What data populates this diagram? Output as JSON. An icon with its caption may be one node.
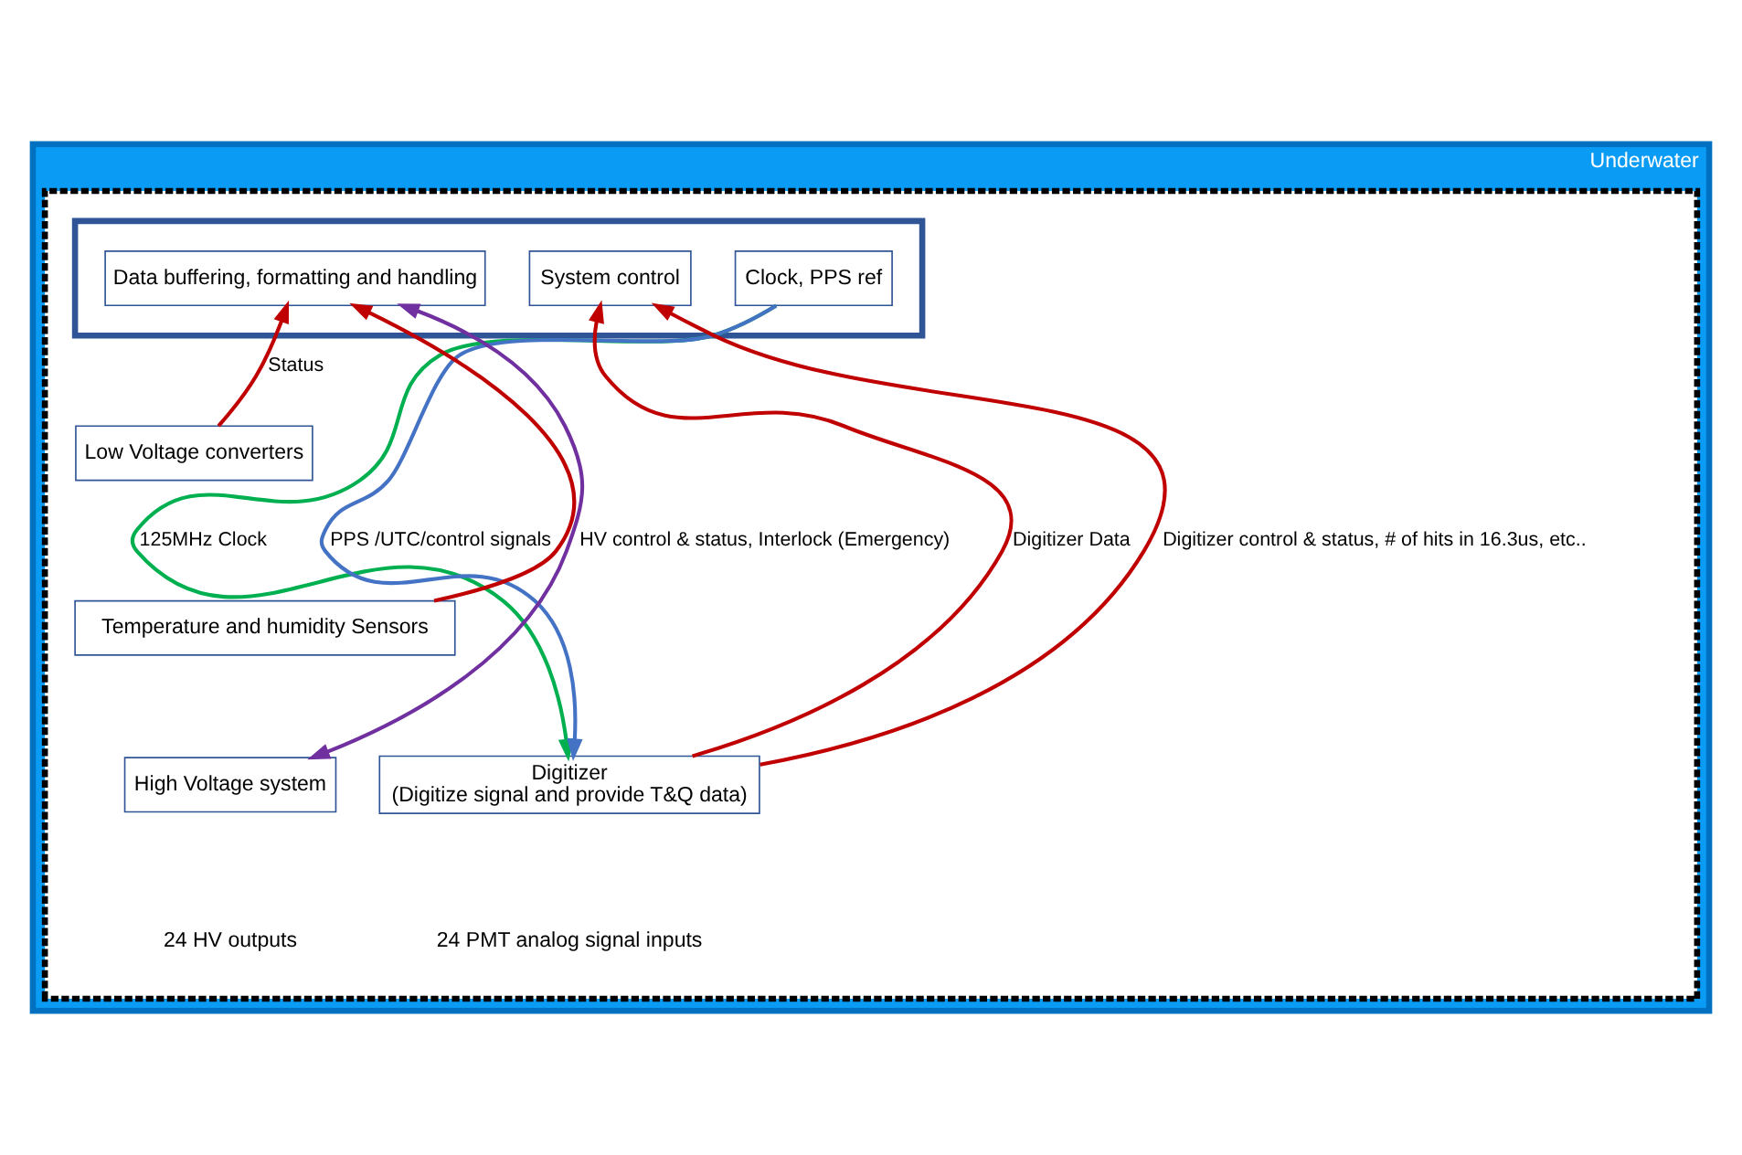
{
  "diagram": {
    "nodes": [
      {
        "text": [
          "Underwater"
        ]
      },
      {
        "text": [],
        "shape": "box",
        "in": 0
      },
      {
        "text": [],
        "shape": "box",
        "in": 1
      },
      {
        "text": [
          "Data buffering, formatting and handling"
        ],
        "in": 2
      },
      {
        "text": [
          "System control"
        ],
        "in": 2
      },
      {
        "text": [
          "Clock, PPS ref"
        ],
        "in": 2
      },
      {
        "text": [
          "Low Voltage converters"
        ],
        "in": 1
      },
      {
        "text": [
          "Temperature and humidity Sensors"
        ],
        "in": 1
      },
      {
        "text": [
          "High Voltage system"
        ],
        "in": 1
      },
      {
        "text": [
          "Digitizer",
          "(Digitize signal and provide T&Q data)"
        ],
        "in": 1
      }
    ],
    "edges": [
      {
        "from": 6,
        "to": 3,
        "arrow": "to",
        "label": "Status"
      },
      {
        "from": 7,
        "to": 3,
        "arrow": "to"
      },
      {
        "from": 8,
        "to": 3,
        "arrow": "both",
        "label": "HV control & status, Interlock (Emergency)",
        "color": "#7030a0"
      },
      {
        "from": 9,
        "to": 4,
        "arrow": "to",
        "label": "Digitizer Data"
      },
      {
        "from": 9,
        "to": 4,
        "arrow": "to",
        "label": "Digitizer control & status, # of hits in 16.3us, etc.."
      },
      {
        "from": 5,
        "to": 9,
        "arrow": "to",
        "label": "125MHz Clock",
        "color": "#00b050"
      },
      {
        "from": 5,
        "to": 9,
        "arrow": "to",
        "label": "PPS /UTC/control signals",
        "color": "#4472c4"
      }
    ],
    "labels": [
      "24 HV outputs",
      "24 PMT analog signal inputs"
    ]
  }
}
